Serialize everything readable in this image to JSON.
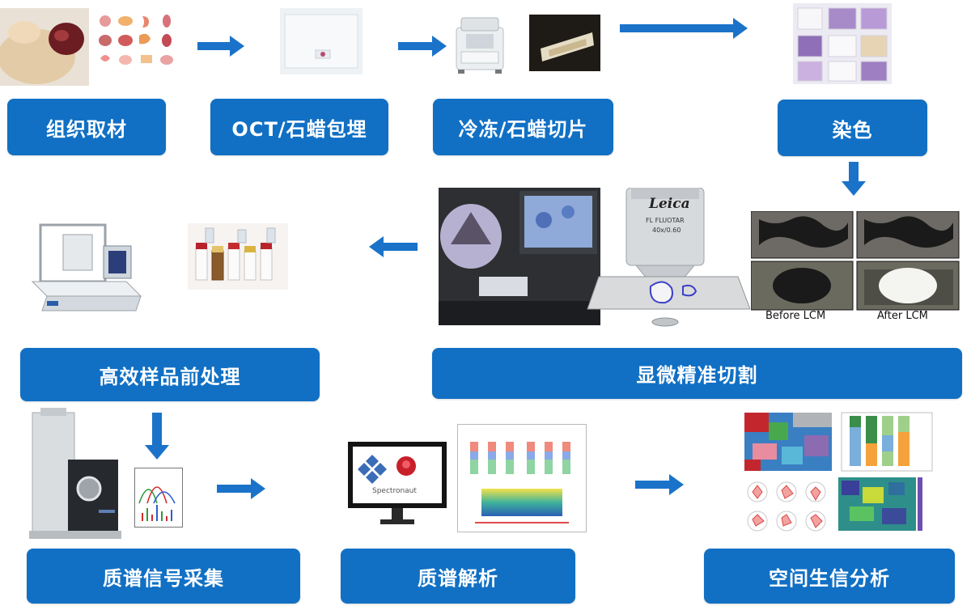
{
  "steps": [
    {
      "id": "tissue",
      "label": "组织取材"
    },
    {
      "id": "embed",
      "label": "OCT/石蜡包埋"
    },
    {
      "id": "section",
      "label": "冷冻/石蜡切片"
    },
    {
      "id": "stain",
      "label": "染色"
    },
    {
      "id": "lcm",
      "label": "显微精准切割"
    },
    {
      "id": "prep",
      "label": "高效样品前处理"
    },
    {
      "id": "ms_acq",
      "label": "质谱信号采集"
    },
    {
      "id": "ms_analysis",
      "label": "质谱解析"
    },
    {
      "id": "spatial",
      "label": "空间生信分析"
    }
  ],
  "figure_text": {
    "objective_brand": "Leica",
    "objective_model": "FL FLUOTAR",
    "objective_spec": "40x/0.60",
    "before_lcm": "Before LCM",
    "after_lcm": "After LCM",
    "software_name": "Spectronaut"
  },
  "colors": {
    "step_fill": "#1170c4",
    "arrow": "#1a73c9",
    "step_text": "#ffffff"
  }
}
